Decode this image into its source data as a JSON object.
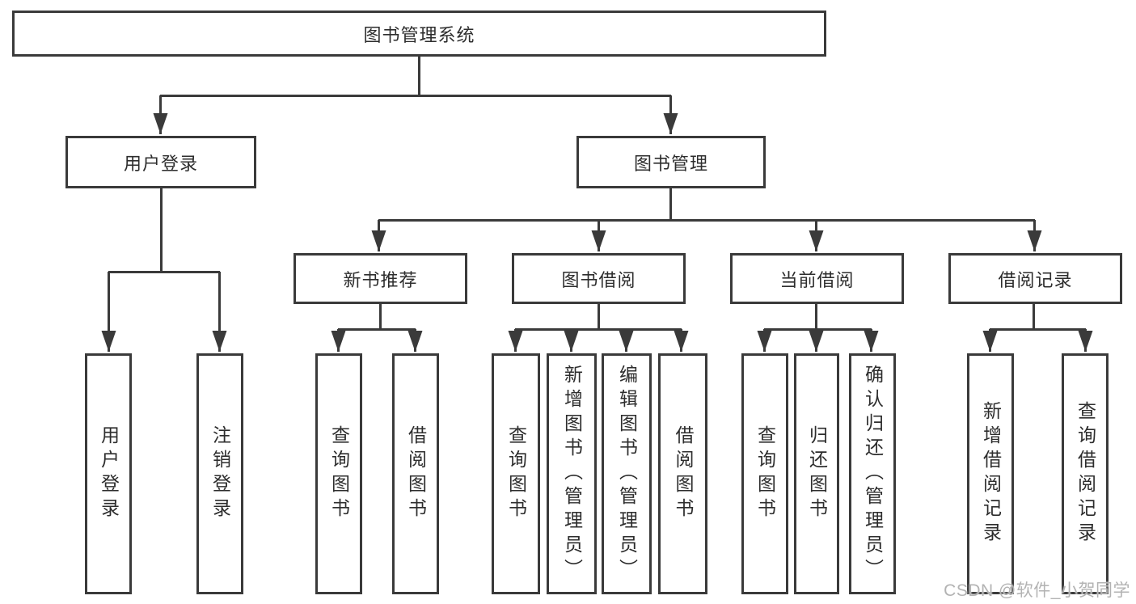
{
  "diagram": {
    "tree": {
      "label": "图书管理系统",
      "children": [
        {
          "label": "用户登录",
          "children": [
            {
              "label": "用户登录"
            },
            {
              "label": "注销登录"
            }
          ]
        },
        {
          "label": "图书管理",
          "children": [
            {
              "label": "新书推荐",
              "children": [
                {
                  "label": "查询图书"
                },
                {
                  "label": "借阅图书"
                }
              ]
            },
            {
              "label": "图书借阅",
              "children": [
                {
                  "label": "查询图书"
                },
                {
                  "label": "新增图书（管理员）"
                },
                {
                  "label": "编辑图书（管理员）"
                },
                {
                  "label": "借阅图书"
                }
              ]
            },
            {
              "label": "当前借阅",
              "children": [
                {
                  "label": "查询图书"
                },
                {
                  "label": "归还图书"
                },
                {
                  "label": "确认归还（管理员）"
                }
              ]
            },
            {
              "label": "借阅记录",
              "children": [
                {
                  "label": "新增借阅记录"
                },
                {
                  "label": "查询借阅记录"
                }
              ]
            }
          ]
        }
      ]
    },
    "watermark": "CSDN @软件_小贺同学"
  },
  "colors": {
    "line": "#3a3a3a",
    "text": "#2d2d2d",
    "box_background": "#ffffff",
    "background": "#ffffff",
    "watermark": "#b3b3b3"
  }
}
